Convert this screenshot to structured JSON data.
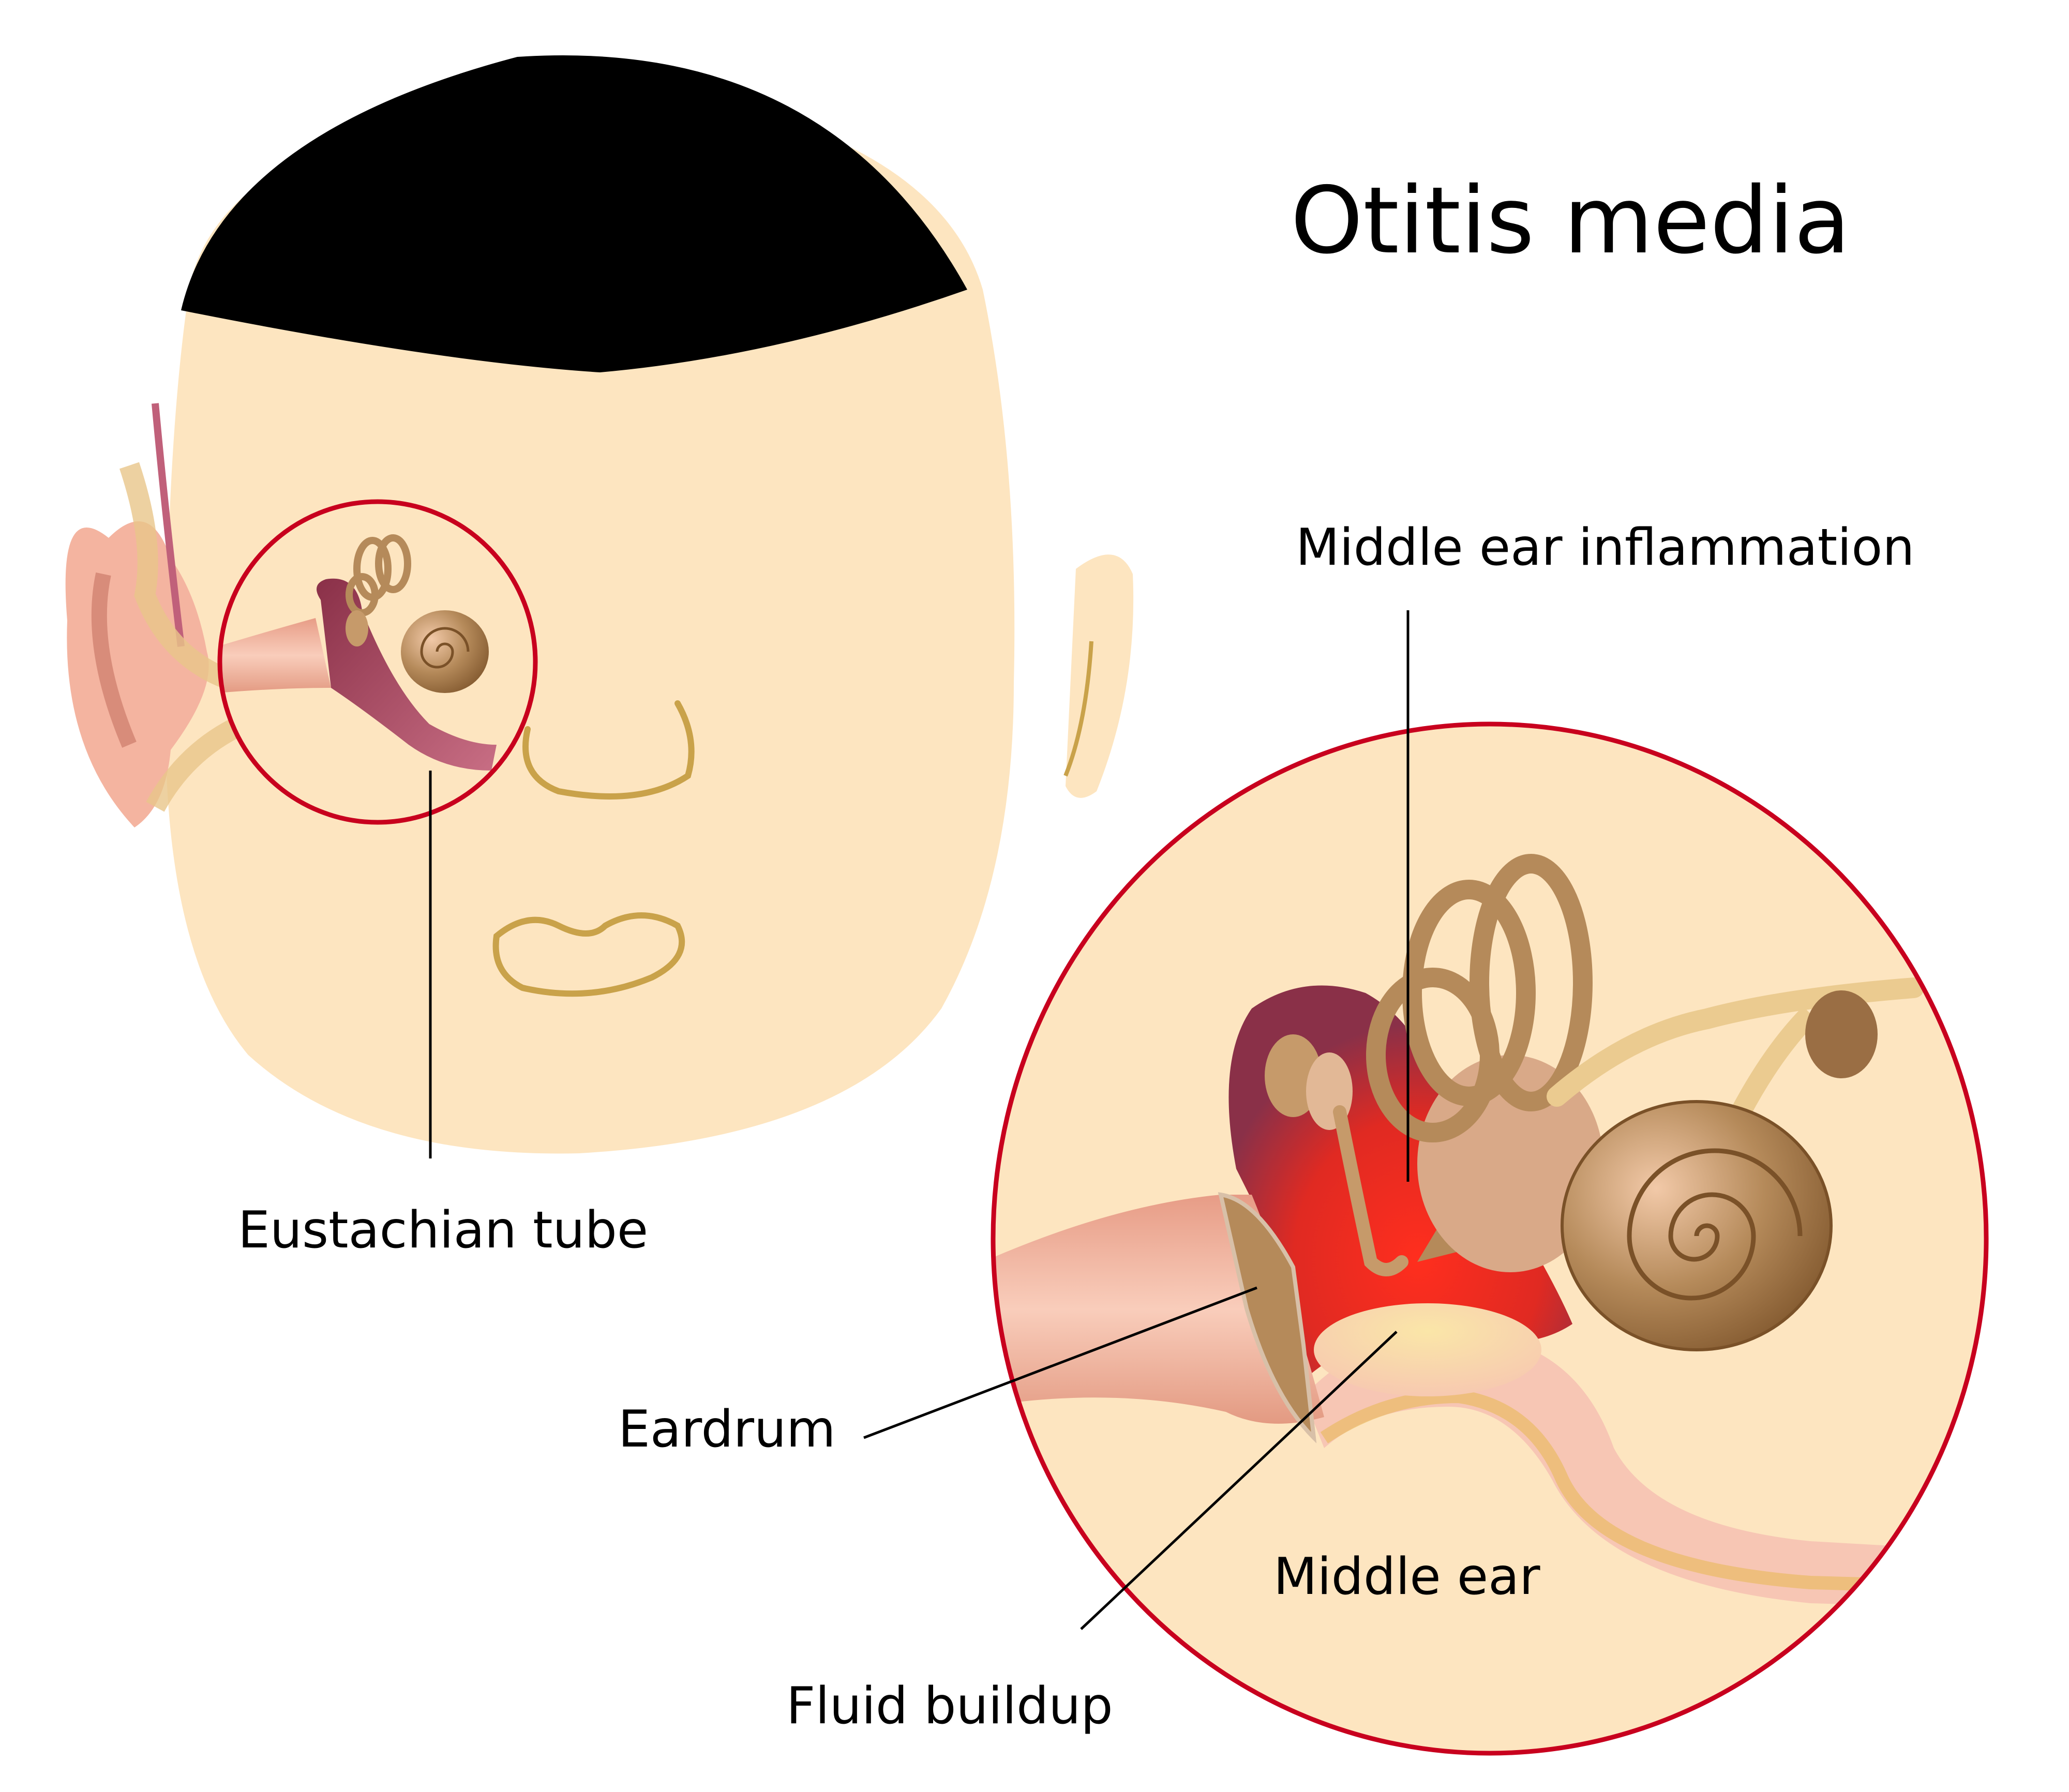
{
  "title": "Otitis media",
  "labels": {
    "middle_ear_inflammation": "Middle ear inflammation",
    "eustachian_tube": "Eustachian tube",
    "eardrum": "Eardrum",
    "middle_ear": "Middle ear",
    "fluid_buildup": "Fluid buildup"
  },
  "colors": {
    "skin": "#FDE5C0",
    "hair": "#000000",
    "outline_gold": "#C9A24A",
    "magnifier_ring": "#C8001E",
    "ear_pink": "#F4B4A0",
    "canal_pink": "#F7C6B4",
    "tube_mauve": "#A24A62",
    "inflammation_red": "#FF2E1E",
    "bone_brown": "#B58A5A",
    "cochlea_dark": "#7A5128",
    "fluid_cream": "#F5DFA0"
  }
}
